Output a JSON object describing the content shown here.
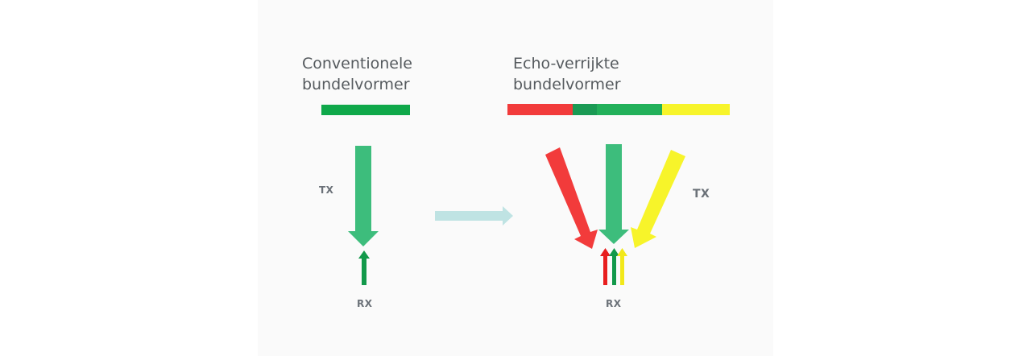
{
  "conventional": {
    "title": "Conventionele\nbundelvormer",
    "tx_label": "TX",
    "rx_label": "RX"
  },
  "echo": {
    "title": "Echo-verrijkte\nbundelvormer",
    "tx_label": "TX",
    "rx_label": "RX"
  },
  "colors": {
    "green": "#0fa84a",
    "green_light": "#3dbd7c",
    "green_dark": "#1a9a54",
    "red": "#f23b3b",
    "yellow": "#f7f42a",
    "transition_arrow": "#bfe3e3",
    "rx_red": "#e81e1e",
    "rx_green": "#12994a",
    "rx_yellow": "#f2e81a"
  }
}
